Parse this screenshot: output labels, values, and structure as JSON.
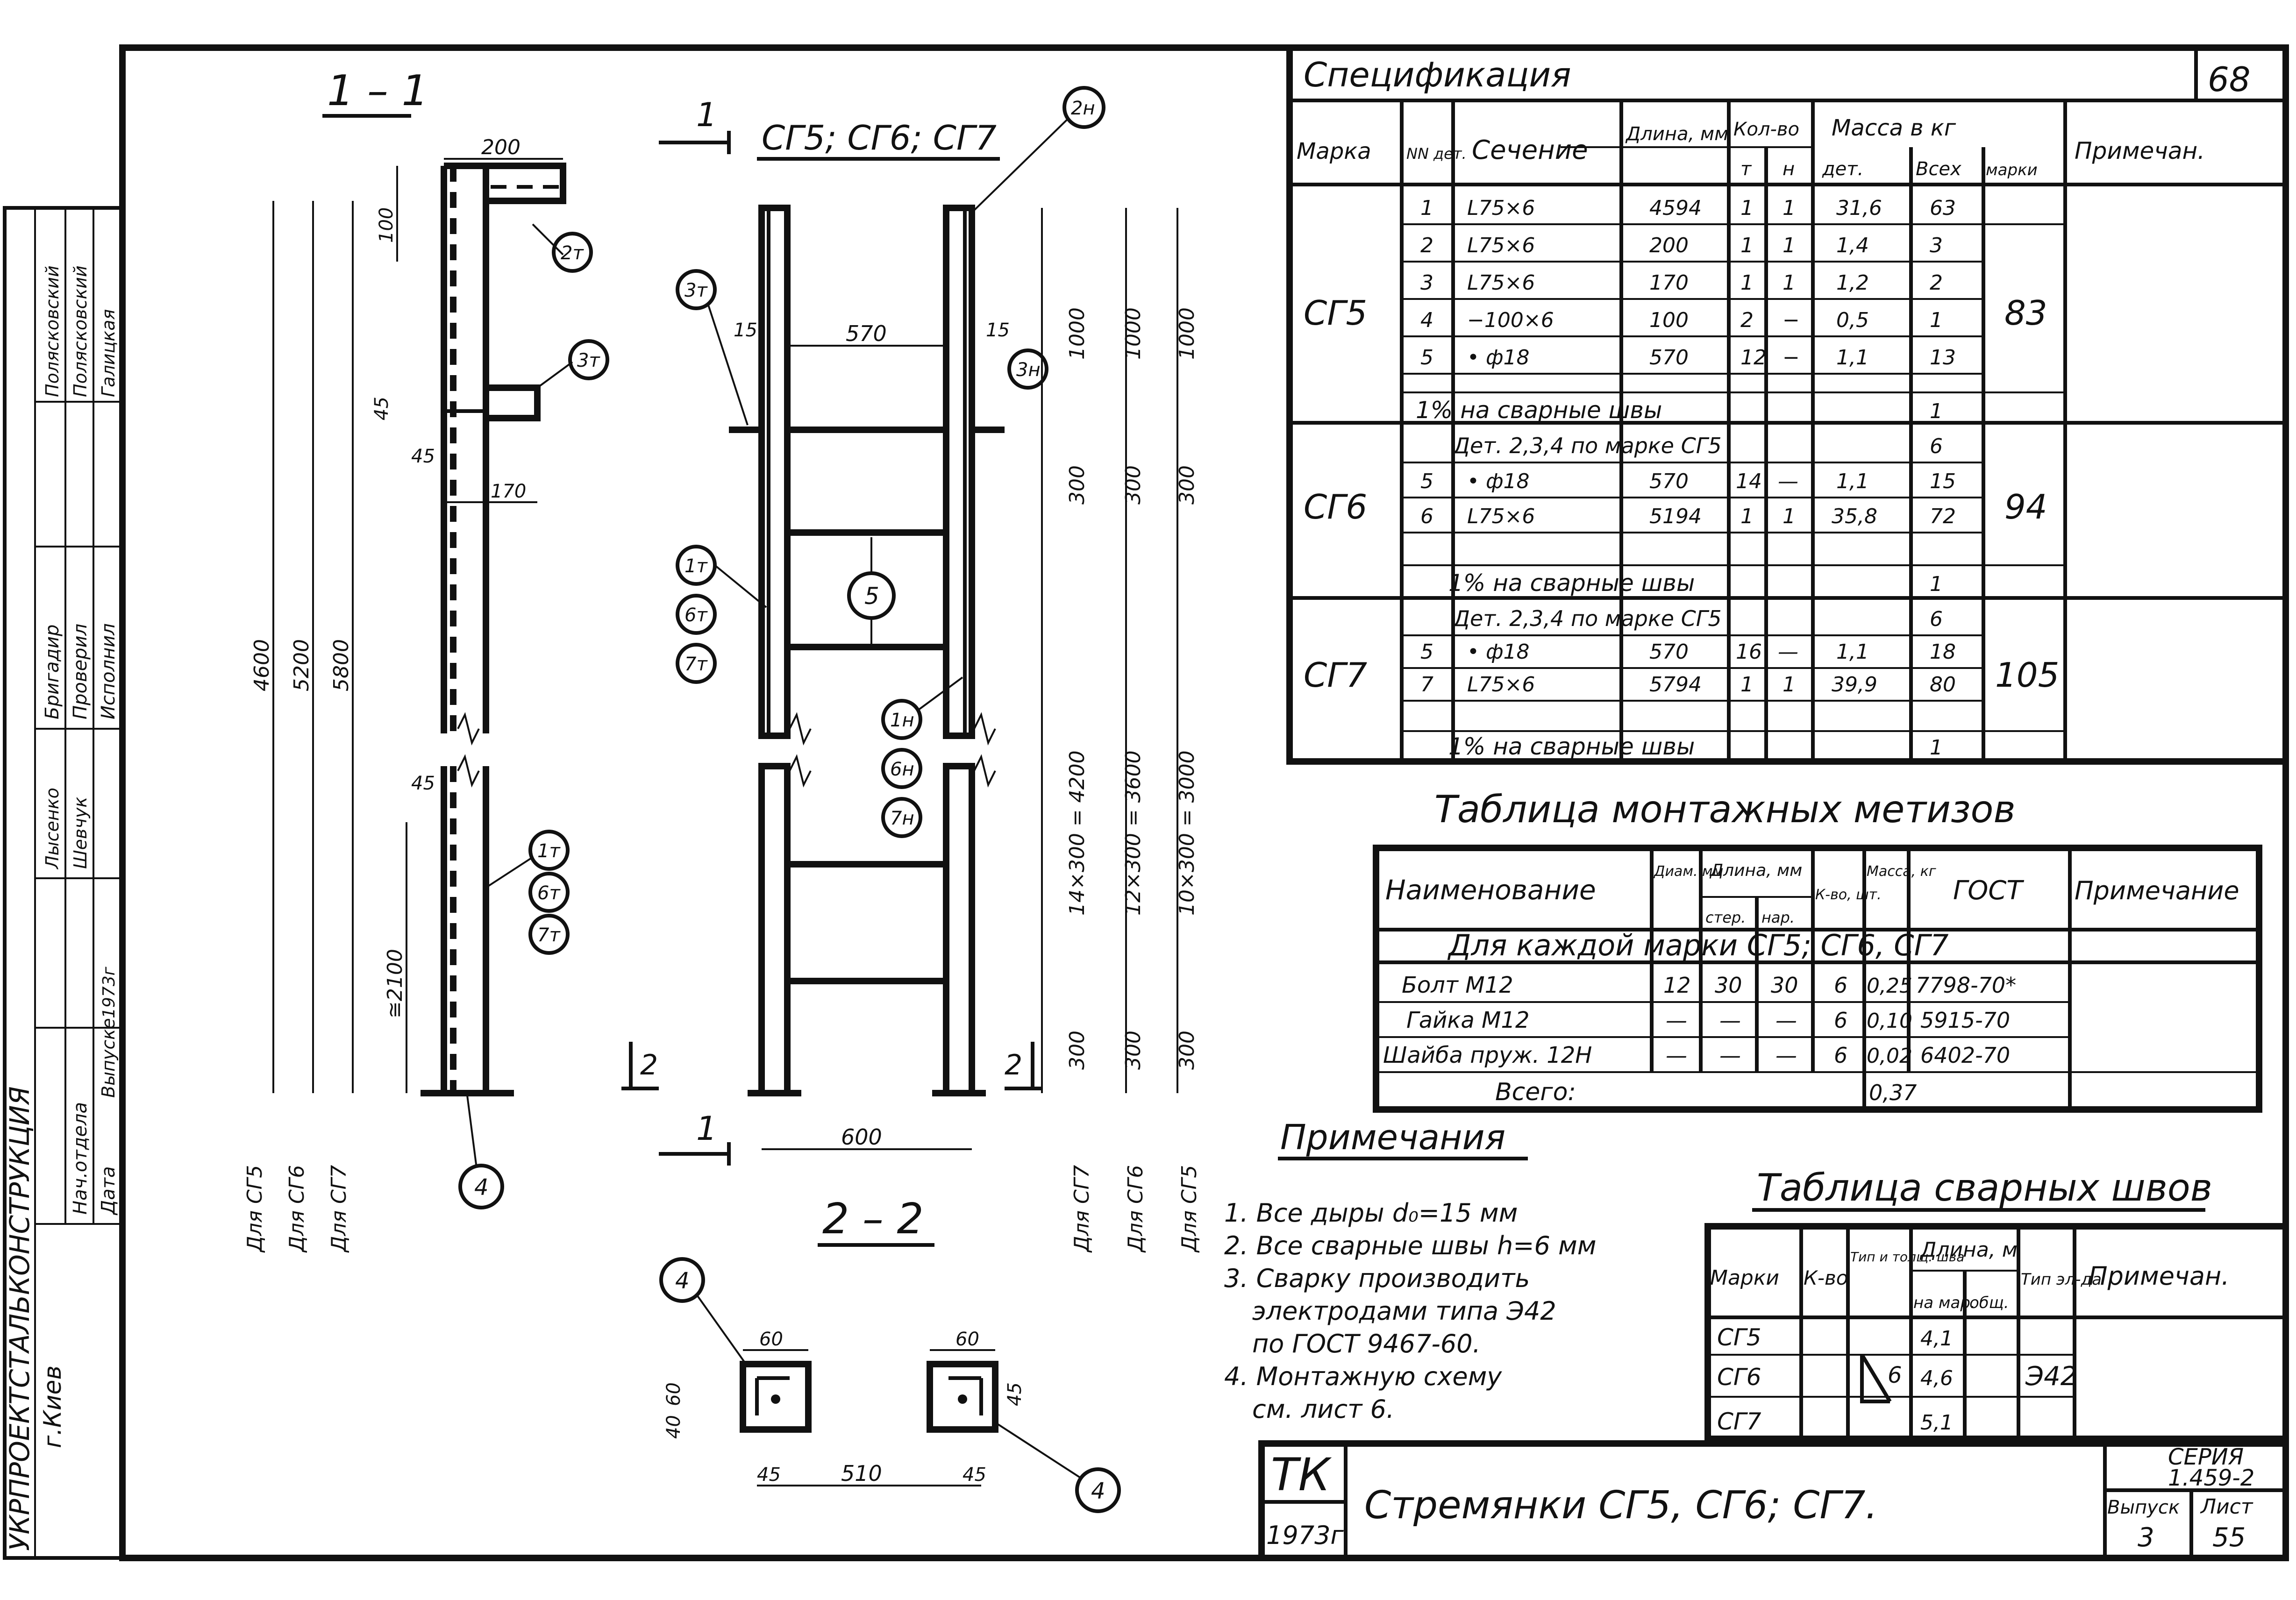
{
  "sheet_no": "68",
  "frame": {
    "org": "УКРПРОЕКТСТАЛЬКОНСТРУКЦИЯ",
    "city": "г.Киев",
    "stamp_roles": [
      "Нач.отдела",
      "Бригадир",
      "Проверил",
      "Исполнил"
    ],
    "stamp_names": [
      "Полясковский",
      "Полясковский",
      "Галицкая",
      "Лысенко",
      "Шевчук"
    ],
    "stamp_year": "1973г",
    "stamp_extra": [
      "Дата",
      "Выпуске"
    ]
  },
  "views": {
    "section_1_1": "1 – 1",
    "section_2_2": "2 – 2",
    "elevation_title": "СГ5; СГ6; СГ7",
    "cut_label": "1",
    "cut_label_2": "2"
  },
  "dims": {
    "d200": "200",
    "d100": "100",
    "d45": "45",
    "d45b": "45",
    "d170": "170",
    "d4600": "4600",
    "d5200": "5200",
    "d5800": "5800",
    "d2100": "≅2100",
    "d570": "570",
    "d15a": "15",
    "d15b": "15",
    "d600": "600",
    "d1000a": "1000",
    "d1000b": "1000",
    "d1000c": "1000",
    "d300a": "300",
    "d300b": "300",
    "d300c": "300",
    "d300d": "300",
    "d300e": "300",
    "d300f": "300",
    "d4200": "14×300 = 4200",
    "d3600": "12×300 = 3600",
    "d3000": "10×300 = 3000",
    "d60a": "60",
    "d60b": "60",
    "d60c": "60",
    "d40": "40",
    "d45c": "45",
    "d45d": "45",
    "d45e": "45",
    "d510": "510",
    "for_cg5": "Для СГ5",
    "for_cg6": "Для СГ6",
    "for_cg7": "Для СГ7"
  },
  "callouts": {
    "c2t": "2т",
    "c3t_a": "3т",
    "c3t_b": "3т",
    "c3n": "3н",
    "c2n": "2н",
    "c1t_a": "1т",
    "c6t_a": "6т",
    "c7t_a": "7т",
    "c1t_b": "1т",
    "c6t_b": "6т",
    "c7t_b": "7т",
    "c5": "5",
    "c1n": "1н",
    "c6n": "6н",
    "c7n": "7н",
    "c4a": "4",
    "c4b": "4",
    "c4c": "4"
  },
  "spec": {
    "title": "Спецификация",
    "headers": {
      "mark": "Марка",
      "nn": "NN дет.",
      "section": "Сечение",
      "length": "Длина, мм",
      "qty": "Кол-во",
      "qty_t": "т",
      "qty_n": "н",
      "mass": "Масса в кг",
      "mass_det": "дет.",
      "mass_all": "Всех",
      "mass_mark": "марки",
      "note": "Примечан."
    },
    "groups": [
      {
        "mark": "СГ5",
        "total": "83",
        "rows": [
          {
            "n": "1",
            "sec": "L75×6",
            "len": "4594",
            "t": "1",
            "h": "1",
            "det": "31,6",
            "all": "63"
          },
          {
            "n": "2",
            "sec": "L75×6",
            "len": "200",
            "t": "1",
            "h": "1",
            "det": "1,4",
            "all": "3"
          },
          {
            "n": "3",
            "sec": "L75×6",
            "len": "170",
            "t": "1",
            "h": "1",
            "det": "1,2",
            "all": "2"
          },
          {
            "n": "4",
            "sec": "−100×6",
            "len": "100",
            "t": "2",
            "h": "−",
            "det": "0,5",
            "all": "1"
          },
          {
            "n": "5",
            "sec": "• ф18",
            "len": "570",
            "t": "12",
            "h": "−",
            "det": "1,1",
            "all": "13"
          }
        ],
        "weld": "1% на сварные швы",
        "weld_val": "1"
      },
      {
        "mark": "СГ6",
        "total": "94",
        "ref": "Дет. 2,3,4 по марке СГ5",
        "ref_val": "6",
        "rows": [
          {
            "n": "5",
            "sec": "• ф18",
            "len": "570",
            "t": "14",
            "h": "—",
            "det": "1,1",
            "all": "15"
          },
          {
            "n": "6",
            "sec": "L75×6",
            "len": "5194",
            "t": "1",
            "h": "1",
            "det": "35,8",
            "all": "72"
          }
        ],
        "weld": "1% на сварные швы",
        "weld_val": "1"
      },
      {
        "mark": "СГ7",
        "total": "105",
        "ref": "Дет. 2,3,4 по марке СГ5",
        "ref_val": "6",
        "rows": [
          {
            "n": "5",
            "sec": "• ф18",
            "len": "570",
            "t": "16",
            "h": "—",
            "det": "1,1",
            "all": "18"
          },
          {
            "n": "7",
            "sec": "L75×6",
            "len": "5794",
            "t": "1",
            "h": "1",
            "det": "39,9",
            "all": "80"
          }
        ],
        "weld": "1% на сварные швы",
        "weld_val": "1"
      }
    ]
  },
  "fasteners": {
    "title": "Таблица монтажных метизов",
    "headers": {
      "name": "Наименование",
      "diam": "Диам. мм",
      "length": "Длина, мм",
      "len_rod": "стер.",
      "len_nar": "нар.",
      "qty": "К-во, шт.",
      "mass": "Масса, кг",
      "gost": "ГОСТ",
      "note": "Примечание"
    },
    "subhead": "Для каждой марки СГ5; СГ6, СГ7",
    "rows": [
      {
        "name": "Болт М12",
        "d": "12",
        "l1": "30",
        "l2": "30",
        "q": "6",
        "m": "0,25",
        "g": "7798-70*"
      },
      {
        "name": "Гайка М12",
        "d": "—",
        "l1": "—",
        "l2": "—",
        "q": "6",
        "m": "0,10",
        "g": "5915-70"
      },
      {
        "name": "Шайба пруж. 12Н",
        "d": "—",
        "l1": "—",
        "l2": "—",
        "q": "6",
        "m": "0,02",
        "g": "6402-70"
      }
    ],
    "total_label": "Всего:",
    "total": "0,37"
  },
  "notes": {
    "title": "Примечания",
    "items": [
      "1. Все дыры d₀=15 мм",
      "2. Все сварные швы h=6 мм",
      "3. Сварку производить",
      "электродами типа Э42",
      "по ГОСТ 9467-60.",
      "4. Монтажную схему",
      "см. лист 6."
    ]
  },
  "welds": {
    "title": "Таблица сварных швов",
    "headers": {
      "mark": "Марки",
      "qty": "К-во",
      "type": "Тип и толщ. шва",
      "length": "Длина, м",
      "len_mark": "на мар.",
      "len_total": "общ.",
      "el": "Тип эл-да",
      "note": "Примечан."
    },
    "rows": [
      {
        "mark": "СГ5",
        "len": "4,1"
      },
      {
        "mark": "СГ6",
        "len": "4,6"
      },
      {
        "mark": "СГ7",
        "len": "5,1"
      }
    ],
    "seam": "6",
    "electrode": "Э42"
  },
  "title_block": {
    "tk": "ТК",
    "year": "1973г",
    "title": "Стремянки СГ5, СГ6; СГ7.",
    "series_label": "СЕРИЯ",
    "series": "1.459-2",
    "issue_label": "Выпуск",
    "issue": "3",
    "sheet_label": "Лист",
    "sheet": "55"
  }
}
